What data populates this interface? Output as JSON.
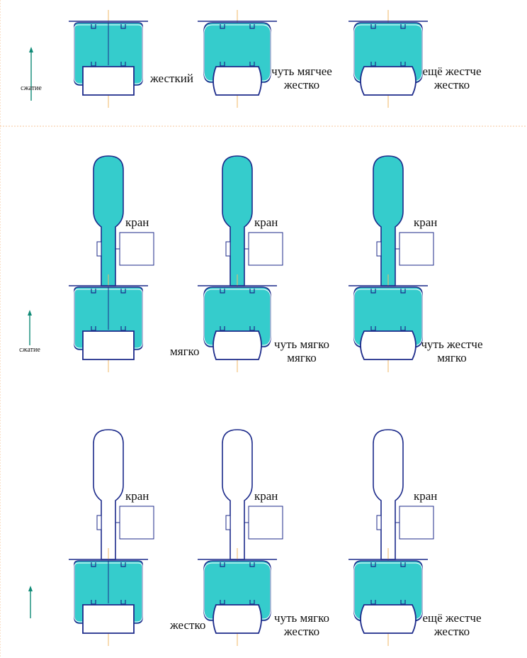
{
  "colors": {
    "fill": "#35cccc",
    "outline": "#1c2a8a",
    "centerline": "#f2b766",
    "divider": "#f4c69a",
    "arrow": "#0f8a76",
    "background": "#ffffff"
  },
  "compression_label": "сжатие",
  "valve_label": "кран",
  "rows": [
    {
      "has_arrow_label": true,
      "has_reservoir": false,
      "reservoir_filled": false,
      "items": [
        {
          "variant": "rigid",
          "label_lines": [
            "жесткий"
          ]
        },
        {
          "variant": "soft",
          "label_lines": [
            "чуть мягчее",
            "жестко"
          ]
        },
        {
          "variant": "stiffer",
          "label_lines": [
            "ещё жестче",
            "жестко"
          ]
        }
      ]
    },
    {
      "has_arrow_label": true,
      "has_reservoir": true,
      "reservoir_filled": true,
      "items": [
        {
          "variant": "rigid",
          "label_lines": [
            "мягко"
          ]
        },
        {
          "variant": "soft",
          "label_lines": [
            "чуть мягко",
            "мягко"
          ]
        },
        {
          "variant": "stiffer",
          "label_lines": [
            "чуть жестче",
            "мягко"
          ]
        }
      ]
    },
    {
      "has_arrow_label": false,
      "has_reservoir": true,
      "reservoir_filled": false,
      "items": [
        {
          "variant": "rigid",
          "label_lines": [
            "жестко"
          ]
        },
        {
          "variant": "soft",
          "label_lines": [
            "чуть мягко",
            "жестко"
          ]
        },
        {
          "variant": "stiffer",
          "label_lines": [
            "ещё жестче",
            "жестко"
          ]
        }
      ]
    }
  ]
}
